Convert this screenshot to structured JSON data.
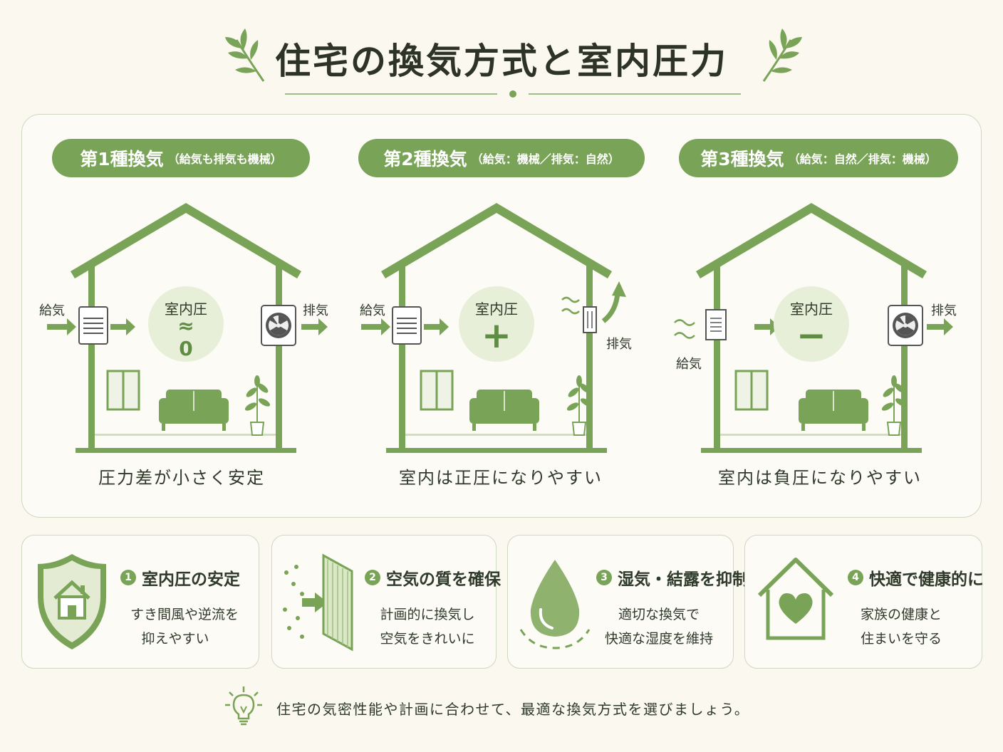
{
  "title": "住宅の換気方式と室内圧力",
  "types": [
    {
      "name": "第1種換気",
      "detail": "（給気も排気も機械）",
      "supply_label": "給気",
      "exhaust_label": "排気",
      "pressure_label": "室内圧",
      "pressure_symbol": "≈",
      "pressure_value": "0",
      "caption": "圧力差が小さく安定"
    },
    {
      "name": "第2種換気",
      "detail": "（給気：機械／排気：自然）",
      "supply_label": "給気",
      "exhaust_label": "排気",
      "pressure_label": "室内圧",
      "pressure_symbol": "+",
      "caption": "室内は正圧になりやすい"
    },
    {
      "name": "第3種換気",
      "detail": "（給気：自然／排気：機械）",
      "supply_label": "給気",
      "exhaust_label": "排気",
      "pressure_label": "室内圧",
      "pressure_symbol": "−",
      "caption": "室内は負圧になりやすい"
    }
  ],
  "features": [
    {
      "number": "1",
      "title": "室内圧の安定",
      "lines": [
        "すき間風や逆流を",
        "抑えやすい"
      ],
      "icon": "shield-house-icon"
    },
    {
      "number": "2",
      "title": "空気の質を確保",
      "lines": [
        "計画的に換気し",
        "空気をきれいに"
      ],
      "icon": "filter-icon"
    },
    {
      "number": "3",
      "title": "湿気・結露を抑制",
      "lines": [
        "適切な換気で",
        "快適な湿度を維持"
      ],
      "icon": "water-drop-icon"
    },
    {
      "number": "4",
      "title": "快適で健康的に",
      "lines": [
        "家族の健康と",
        "住まいを守る"
      ],
      "icon": "house-heart-icon"
    }
  ],
  "tip": {
    "icon": "lightbulb-icon",
    "text": "住宅の気密性能や計画に合わせて、最適な換気方式を選びましょう。"
  },
  "colors": {
    "green": "#79a357",
    "light_green": "#e8efd9",
    "dark_green": "#5f8d44",
    "background": "#faf8ef"
  }
}
